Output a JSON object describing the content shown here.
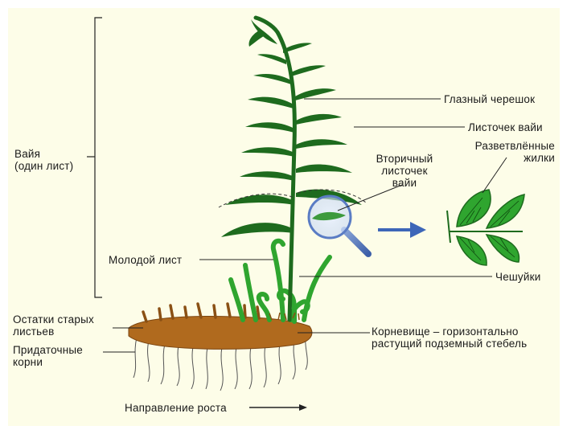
{
  "labels": {
    "frond": [
      "Вайя",
      "(один лист)"
    ],
    "young_leaf": "Молодой лист",
    "old_leaf_remains": [
      "Остатки старых",
      "листьев"
    ],
    "adventitious_roots": [
      "Придаточные",
      "корни"
    ],
    "growth_direction": "Направление роста",
    "main_petiole": "Глазный черешок",
    "frond_leaflet": "Листочек вайи",
    "secondary_leaflet": [
      "Вторичный",
      "листочек",
      "вайи"
    ],
    "branched_veins": [
      "Разветвлённые",
      "жилки"
    ],
    "scales": "Чешуйки",
    "rhizome": [
      "Корневище – горизонтально",
      "растущий подземный стебель"
    ]
  },
  "colors": {
    "panel_bg": "#fdfde8",
    "leaf_green": "#1e6b1e",
    "bright_green": "#2fa52f",
    "rhizome_brown": "#b06a1e",
    "arrow_blue": "#3d66b8"
  },
  "icons": [
    "magnifier-icon",
    "arrow-right-icon"
  ]
}
